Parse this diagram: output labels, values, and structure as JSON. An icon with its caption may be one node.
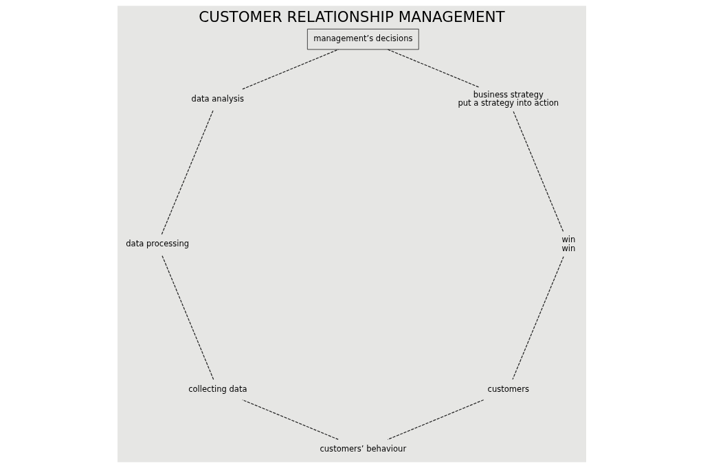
{
  "diagram": {
    "title": "CUSTOMER RELATIONSHIP MANAGEMENT",
    "nodes": [
      {
        "text": [
          "customers"
        ]
      },
      {
        "text": [
          "customers’ behaviour"
        ]
      },
      {
        "text": [
          "collecting data"
        ]
      },
      {
        "text": [
          "data processing"
        ]
      },
      {
        "text": [
          "data analysis"
        ]
      },
      {
        "text": [
          "management’s decisions"
        ]
      },
      {
        "text": [
          "business strategy",
          "put a strategy into action"
        ]
      },
      {
        "text": [
          "win",
          "win"
        ]
      }
    ],
    "edges": [
      {
        "from": 0,
        "to": 1,
        "arrow": "none",
        "style": "dashed"
      },
      {
        "from": 1,
        "to": 2,
        "arrow": "none",
        "style": "dashed"
      },
      {
        "from": 2,
        "to": 3,
        "arrow": "none",
        "style": "dashed"
      },
      {
        "from": 3,
        "to": 4,
        "arrow": "none",
        "style": "dashed"
      },
      {
        "from": 4,
        "to": 5,
        "arrow": "none",
        "style": "dashed"
      },
      {
        "from": 5,
        "to": 6,
        "arrow": "none",
        "style": "dashed"
      },
      {
        "from": 6,
        "to": 7,
        "arrow": "none",
        "style": "dashed"
      },
      {
        "from": 7,
        "to": 0,
        "arrow": "none",
        "style": "dashed"
      }
    ]
  }
}
